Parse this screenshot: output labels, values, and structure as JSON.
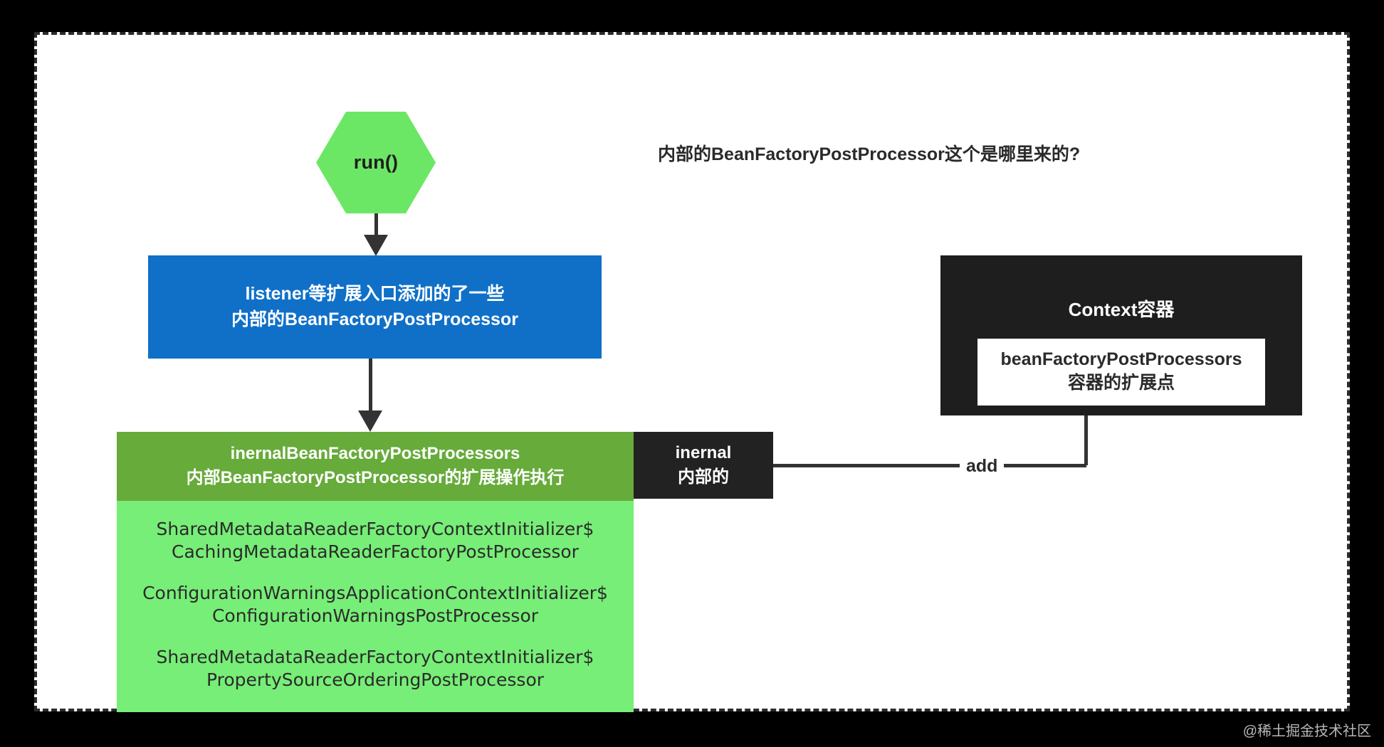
{
  "diagram": {
    "title": "内部的BeanFactoryPostProcessor这个是哪里来的?",
    "start_node": {
      "label": "run()",
      "shape": "hexagon",
      "color": "#6ce765"
    },
    "blue_box": {
      "color": "#1070c8",
      "line1": "listener等扩展入口添加的了一些",
      "line2": "内部的BeanFactoryPostProcessor"
    },
    "green_group": {
      "header_color": "#67ab3b",
      "body_color": "#77ee77",
      "header_line1": "inernalBeanFactoryPostProcessors",
      "header_line2": "内部BeanFactoryPostProcessor的扩展操作执行",
      "items": [
        {
          "line1": "SharedMetadataReaderFactoryContextInitializer$",
          "line2": "CachingMetadataReaderFactoryPostProcessor"
        },
        {
          "line1": "ConfigurationWarningsApplicationContextInitializer$",
          "line2": "ConfigurationWarningsPostProcessor"
        },
        {
          "line1": "SharedMetadataReaderFactoryContextInitializer$",
          "line2": "PropertySourceOrderingPostProcessor"
        }
      ]
    },
    "inernal_tag": {
      "color": "#222222",
      "line1": "inernal",
      "line2": "内部的"
    },
    "context_box": {
      "color": "#1e1e1e",
      "title": "Context容器",
      "inner_line1": "beanFactoryPostProcessors",
      "inner_line2": "容器的扩展点"
    },
    "edges": {
      "add_label": "add"
    }
  },
  "watermark": "@稀土掘金技术社区"
}
